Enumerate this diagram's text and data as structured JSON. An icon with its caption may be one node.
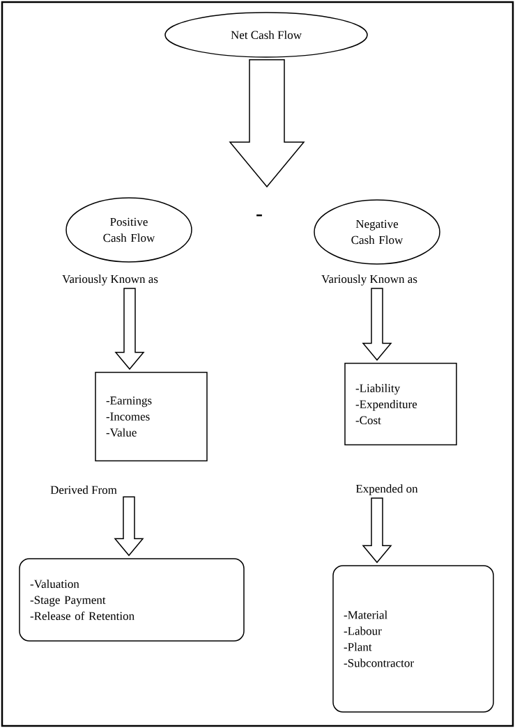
{
  "diagram": {
    "nodes": [
      {
        "text": [
          "Net Cash Flow"
        ]
      },
      {
        "text": [
          "Positive Cash Flow"
        ]
      },
      {
        "text": [
          "Negative Cash Flow"
        ]
      },
      {
        "text": [
          "Variously Known as"
        ]
      },
      {
        "text": [
          "Variously Known as"
        ]
      },
      {
        "text": [
          "-Earnings",
          "-Incomes",
          "-Value"
        ]
      },
      {
        "text": [
          "-Liability",
          "-Expenditure",
          "-Cost"
        ]
      },
      {
        "text": [
          "Derived From"
        ]
      },
      {
        "text": [
          "Expended on"
        ]
      },
      {
        "text": [
          "-Valuation",
          "-Stage Payment",
          "-Release of Retention"
        ]
      },
      {
        "text": [
          "-Material",
          "-Labour",
          "-Plant",
          "-Subcontractor"
        ]
      }
    ],
    "edges": [
      {
        "from": 0,
        "to": null,
        "arrow": "to"
      },
      {
        "from": 3,
        "to": 5,
        "arrow": "to"
      },
      {
        "from": 4,
        "to": 6,
        "arrow": "to"
      },
      {
        "from": 7,
        "to": 9,
        "arrow": "to"
      },
      {
        "from": 8,
        "to": 10,
        "arrow": "to"
      }
    ],
    "labels": [
      "-"
    ]
  }
}
